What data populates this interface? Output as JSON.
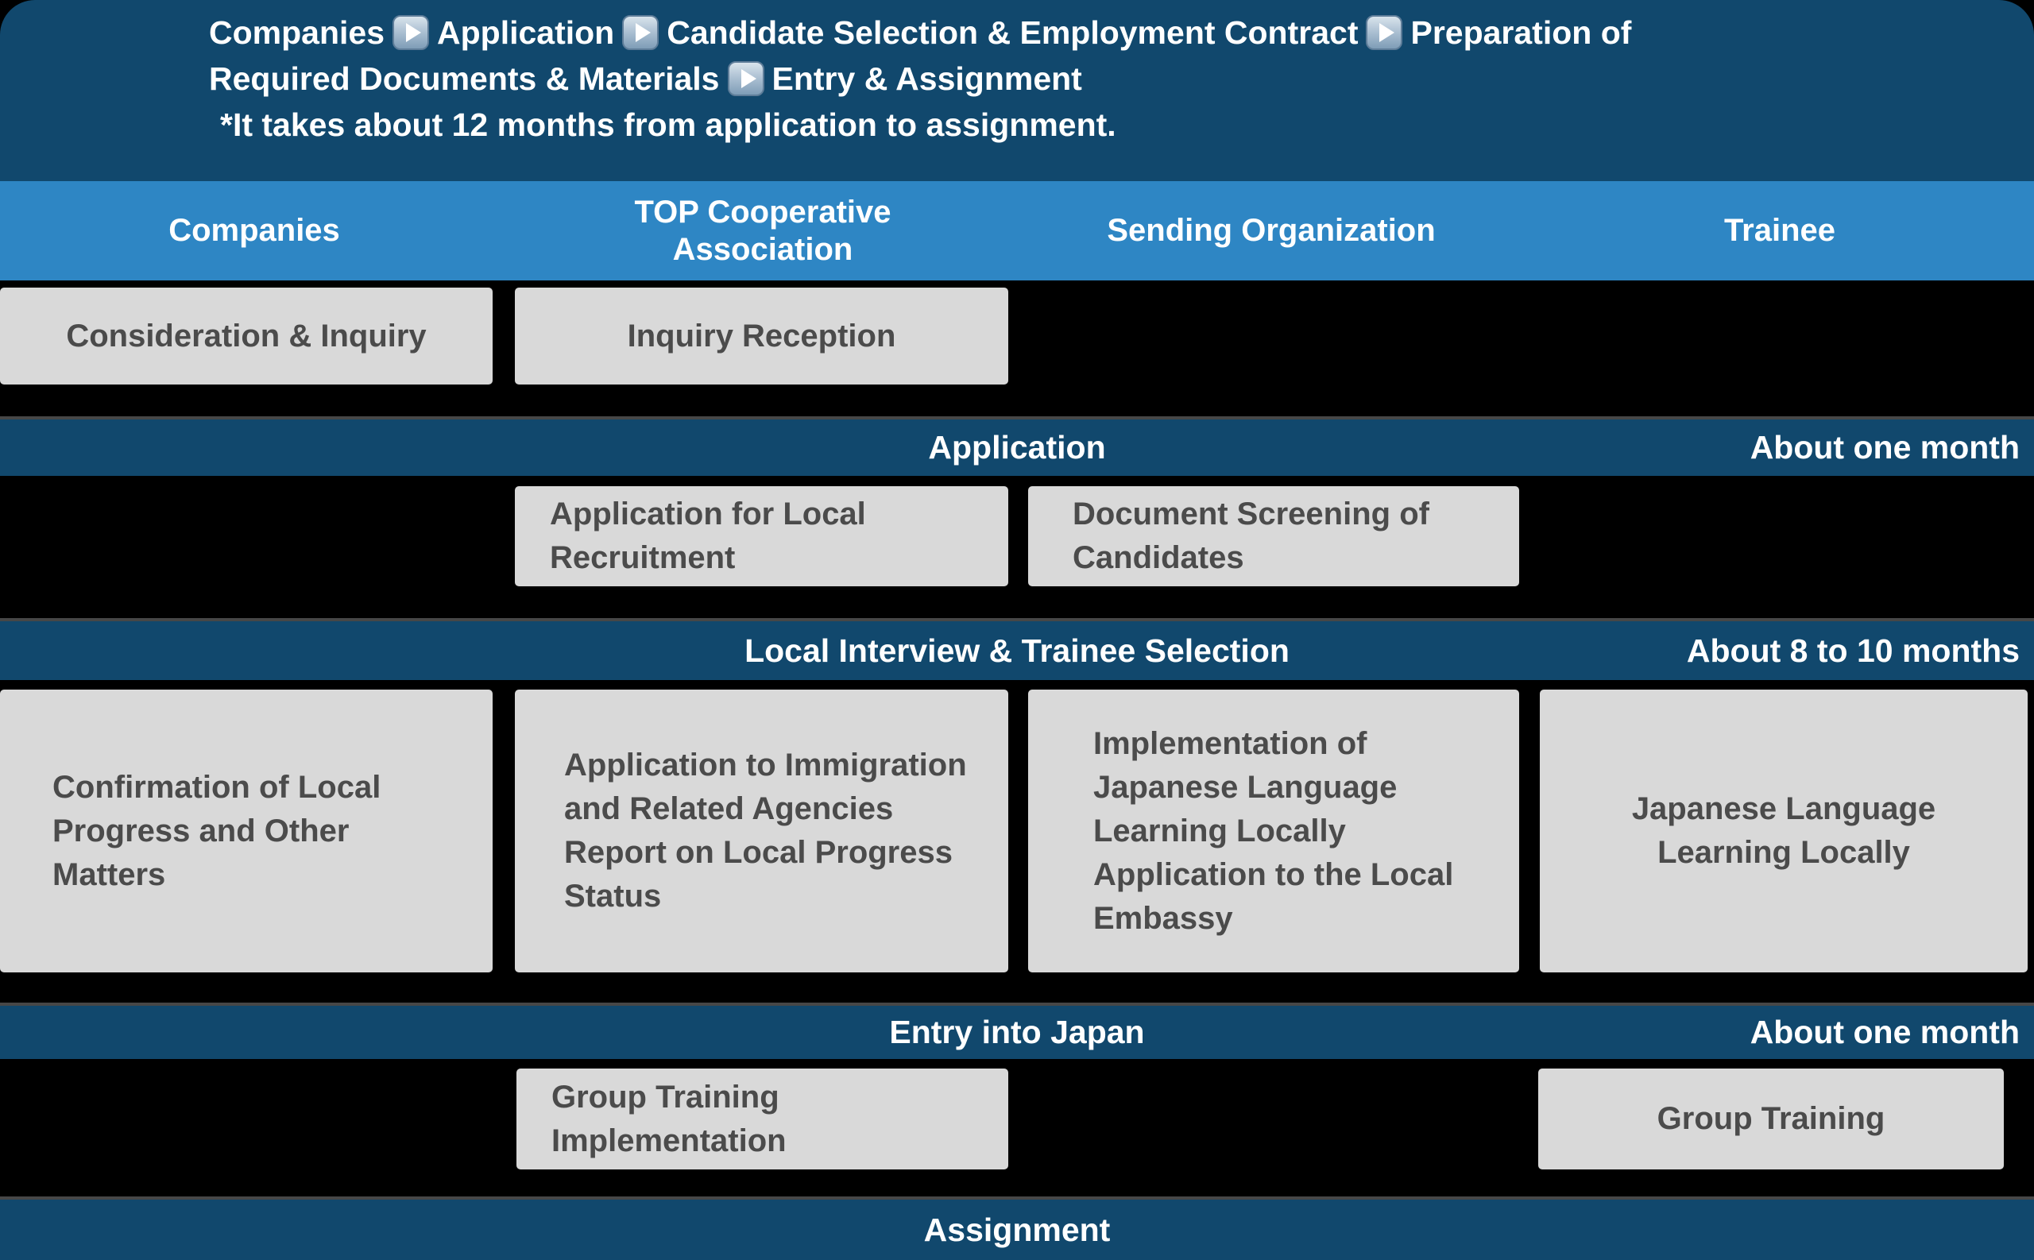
{
  "header": {
    "line1_parts": [
      "Companies",
      "Application",
      "Candidate Selection & Employment Contract",
      "Preparation of"
    ],
    "line2_parts": [
      "Required Documents & Materials",
      "Entry & Assignment"
    ],
    "note": "*It takes about 12 months from application to assignment."
  },
  "columns": [
    "Companies",
    "TOP Cooperative Association",
    "Sending Organization",
    "Trainee"
  ],
  "stage_inquiry": {
    "company_box": "Consideration & Inquiry",
    "top_box": "Inquiry Reception"
  },
  "band_application": {
    "title": "Application",
    "duration": "About one month"
  },
  "stage_application": {
    "top_box": "Application for Local Recruitment",
    "sending_box": "Document Screening of Candidates"
  },
  "band_interview": {
    "title": "Local Interview & Trainee Selection",
    "duration": "About 8 to 10 months"
  },
  "stage_selection": {
    "company_box": "Confirmation of Local Progress and Other Matters",
    "top_box_items": [
      "Application to Immigration and Related Agencies",
      "Report on Local Progress Status"
    ],
    "sending_box_items": [
      "Implementation of Japanese Language Learning Locally",
      "Application to the Local Embassy"
    ],
    "trainee_box": "Japanese Language Learning Locally"
  },
  "band_entry": {
    "title": "Entry into Japan",
    "duration": "About one month"
  },
  "stage_entry": {
    "top_box": "Group Training Implementation",
    "trainee_box": "Group Training"
  },
  "band_assignment": {
    "title": "Assignment"
  },
  "colors": {
    "navy": "#11486d",
    "band_blue": "#2e86c4",
    "box_gray": "#d9d9d9",
    "box_text": "#4b4b4b",
    "play_icon_blue": "#7f9db7"
  }
}
